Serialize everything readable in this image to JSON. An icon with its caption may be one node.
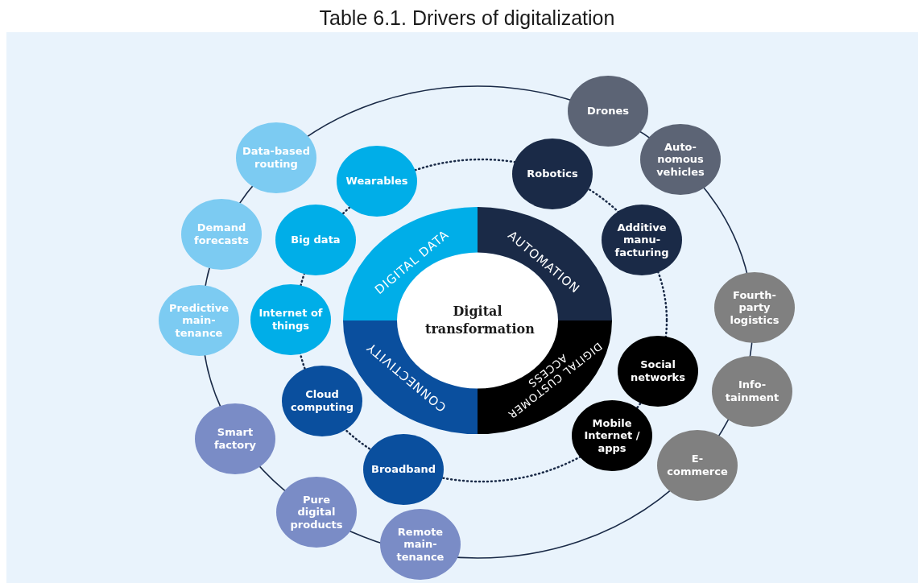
{
  "diagram": {
    "title": "Table 6.1. Drivers of digitalization",
    "nodes": [
      {
        "text": [
          "Digital transformation"
        ]
      },
      {
        "text": [
          "DIGITAL DATA"
        ]
      },
      {
        "text": [
          "AUTOMATION"
        ]
      },
      {
        "text": [
          "DIGITAL CUSTOMER ACCESS"
        ]
      },
      {
        "text": [
          "CONNECTIVITY"
        ]
      },
      {
        "text": [
          "Wearables"
        ]
      },
      {
        "text": [
          "Big data"
        ]
      },
      {
        "text": [
          "Internet of things"
        ]
      },
      {
        "text": [
          "Cloud computing"
        ]
      },
      {
        "text": [
          "Broadband"
        ]
      },
      {
        "text": [
          "Mobile Internet / apps"
        ]
      },
      {
        "text": [
          "Social networks"
        ]
      },
      {
        "text": [
          "Additive manu-facturing"
        ]
      },
      {
        "text": [
          "Robotics"
        ]
      },
      {
        "text": [
          "Data-based routing"
        ]
      },
      {
        "text": [
          "Demand forecasts"
        ]
      },
      {
        "text": [
          "Predictive main-tenance"
        ]
      },
      {
        "text": [
          "Smart factory"
        ]
      },
      {
        "text": [
          "Pure digital products"
        ]
      },
      {
        "text": [
          "Remote main-tenance"
        ]
      },
      {
        "text": [
          "E-commerce"
        ]
      },
      {
        "text": [
          "Info-tainment"
        ]
      },
      {
        "text": [
          "Fourth-party logistics"
        ]
      },
      {
        "text": [
          "Auto-nomous vehicles"
        ]
      },
      {
        "text": [
          "Drones"
        ]
      }
    ]
  }
}
